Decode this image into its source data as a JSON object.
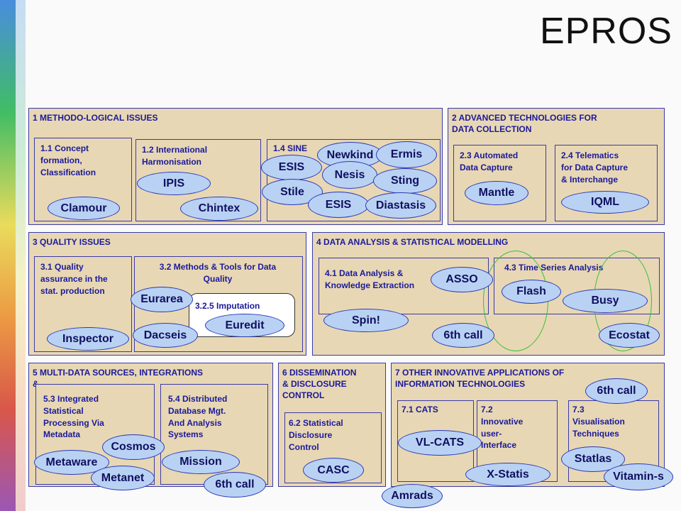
{
  "title": "EPROS",
  "sections": {
    "s1": "1 METHODO-LOGICAL ISSUES",
    "s2": "2 ADVANCED TECHNOLOGIES FOR\nDATA COLLECTION",
    "s3": "3 QUALITY ISSUES",
    "s4": "4 DATA ANALYSIS & STATISTICAL MODELLING",
    "s5": "5 MULTI-DATA SOURCES, INTEGRATIONS\n& ...",
    "s6": "6 DISSEMINATION\n& DISCLOSURE\nCONTROL",
    "s7": "7 OTHER INNOVATIVE APPLICATIONS OF\nINFORMATION TECHNOLOGIES"
  },
  "subs": {
    "s1_1": "1.1 Concept\nformation,\nClassification",
    "s1_2": "1.2 International\nHarmonisation",
    "s1_4": "1.4 SINE",
    "s2_3": "2.3 Automated\nData Capture",
    "s2_4": "2.4 Telematics\nfor Data Capture\n& Interchange",
    "s3_1": "3.1 Quality\nassurance in the\nstat. production",
    "s3_2": "3.2 Methods & Tools for Data\nQuality",
    "s3_2_5": "3.2.5  Imputation",
    "s4_1": "4.1  Data Analysis &\nKnowledge Extraction",
    "s4_3": "4.3 Time Series Analysis",
    "s5_3": "5.3 Integrated\nStatistical\nProcessing Via\nMetadata",
    "s5_4": "5.4 Distributed\nDatabase Mgt.\nAnd Analysis\nSystems",
    "s6_2": "6.2 Statistical\nDisclosure\nControl",
    "s7_1": "7.1 CATS",
    "s7_2": "7.2\nInnovative\nuser-\nInterface",
    "s7_3": "7.3\nVisualisation\nTechniques"
  },
  "projects": {
    "clamour": "Clamour",
    "ipis": "IPIS",
    "chintex": "Chintex",
    "newkind": "Newkind",
    "ermis": "Ermis",
    "esis1": "ESIS",
    "nesis": "Nesis",
    "sting": "Sting",
    "stile": "Stile",
    "esis2": "ESIS",
    "diastasis": "Diastasis",
    "mantle": "Mantle",
    "iqml": "IQML",
    "inspector": "Inspector",
    "eurarea": "Eurarea",
    "dacseis": "Dacseis",
    "euredit": "Euredit",
    "asso": "ASSO",
    "flash": "Flash",
    "busy": "Busy",
    "spin": "Spin!",
    "sixth_call_4": "6th call",
    "ecostat": "Ecostat",
    "sixth_call_7": "6th call",
    "cosmos": "Cosmos",
    "metaware": "Metaware",
    "mission": "Mission",
    "metanet": "Metanet",
    "sixth_call_5": "6th call",
    "casc": "CASC",
    "vlcats": "VL-CATS",
    "statlas": "Statlas",
    "xstatis": "X-Statis",
    "vitamins": "Vitamin-s",
    "amrads": "Amrads"
  },
  "colors": {
    "panel": "#e8d7b4",
    "border": "#3a3aa8",
    "label_text": "#1a1a9a",
    "pill_fill": "#b9d2f3",
    "pill_border": "#2a3ab8",
    "ring": "#35c13a"
  }
}
